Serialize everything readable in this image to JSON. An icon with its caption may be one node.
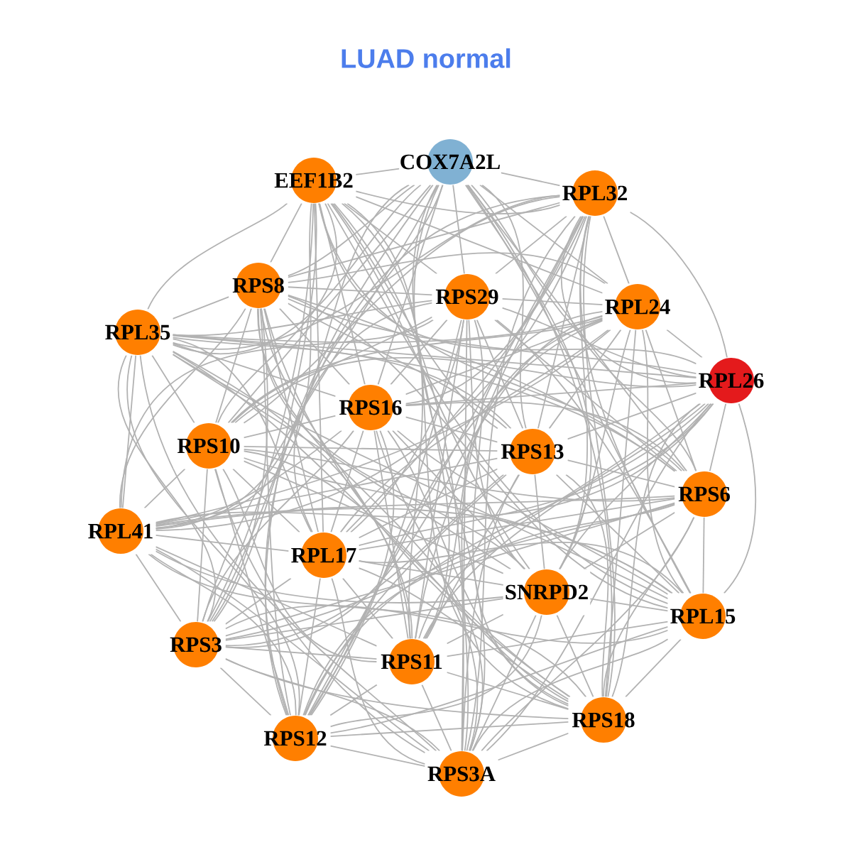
{
  "diagram": {
    "title": "LUAD normal",
    "nodes": [
      {
        "text": [
          "COX7A2L"
        ]
      },
      {
        "text": [
          "EEF1B2"
        ]
      },
      {
        "text": [
          "RPL32"
        ]
      },
      {
        "text": [
          "RPS8"
        ]
      },
      {
        "text": [
          "RPS29"
        ]
      },
      {
        "text": [
          "RPL24"
        ]
      },
      {
        "text": [
          "RPL35"
        ]
      },
      {
        "text": [
          "RPL26"
        ]
      },
      {
        "text": [
          "RPS16"
        ]
      },
      {
        "text": [
          "RPS10"
        ]
      },
      {
        "text": [
          "RPS13"
        ]
      },
      {
        "text": [
          "RPS6"
        ]
      },
      {
        "text": [
          "RPL41"
        ]
      },
      {
        "text": [
          "RPL17"
        ]
      },
      {
        "text": [
          "SNRPD2"
        ]
      },
      {
        "text": [
          "RPL15"
        ]
      },
      {
        "text": [
          "RPS3"
        ]
      },
      {
        "text": [
          "RPS11"
        ]
      },
      {
        "text": [
          "RPS18"
        ]
      },
      {
        "text": [
          "RPS12"
        ]
      },
      {
        "text": [
          "RPS3A"
        ]
      }
    ],
    "edges": [
      {
        "from": 0,
        "to": 1,
        "arrow": "none"
      },
      {
        "from": 0,
        "to": 2,
        "arrow": "none"
      },
      {
        "from": 0,
        "to": 3,
        "arrow": "none"
      },
      {
        "from": 0,
        "to": 4,
        "arrow": "none"
      },
      {
        "from": 0,
        "to": 5,
        "arrow": "none"
      },
      {
        "from": 0,
        "to": 6,
        "arrow": "none"
      },
      {
        "from": 0,
        "to": 7,
        "arrow": "none"
      },
      {
        "from": 0,
        "to": 8,
        "arrow": "none"
      },
      {
        "from": 0,
        "to": 9,
        "arrow": "none"
      },
      {
        "from": 0,
        "to": 10,
        "arrow": "none"
      },
      {
        "from": 0,
        "to": 11,
        "arrow": "none"
      },
      {
        "from": 0,
        "to": 12,
        "arrow": "none"
      },
      {
        "from": 0,
        "to": 13,
        "arrow": "none"
      },
      {
        "from": 0,
        "to": 14,
        "arrow": "none"
      },
      {
        "from": 0,
        "to": 15,
        "arrow": "none"
      },
      {
        "from": 0,
        "to": 16,
        "arrow": "none"
      },
      {
        "from": 0,
        "to": 17,
        "arrow": "none"
      },
      {
        "from": 0,
        "to": 18,
        "arrow": "none"
      },
      {
        "from": 0,
        "to": 19,
        "arrow": "none"
      },
      {
        "from": 0,
        "to": 20,
        "arrow": "none"
      },
      {
        "from": 1,
        "to": 2,
        "arrow": "none"
      },
      {
        "from": 1,
        "to": 3,
        "arrow": "none"
      },
      {
        "from": 1,
        "to": 4,
        "arrow": "none"
      },
      {
        "from": 1,
        "to": 5,
        "arrow": "none"
      },
      {
        "from": 1,
        "to": 6,
        "arrow": "none"
      },
      {
        "from": 1,
        "to": 7,
        "arrow": "none"
      },
      {
        "from": 1,
        "to": 8,
        "arrow": "none"
      },
      {
        "from": 1,
        "to": 9,
        "arrow": "none"
      },
      {
        "from": 1,
        "to": 10,
        "arrow": "none"
      },
      {
        "from": 1,
        "to": 11,
        "arrow": "none"
      },
      {
        "from": 1,
        "to": 12,
        "arrow": "none"
      },
      {
        "from": 1,
        "to": 13,
        "arrow": "none"
      },
      {
        "from": 1,
        "to": 14,
        "arrow": "none"
      },
      {
        "from": 1,
        "to": 15,
        "arrow": "none"
      },
      {
        "from": 1,
        "to": 16,
        "arrow": "none"
      },
      {
        "from": 1,
        "to": 17,
        "arrow": "none"
      },
      {
        "from": 1,
        "to": 18,
        "arrow": "none"
      },
      {
        "from": 1,
        "to": 19,
        "arrow": "none"
      },
      {
        "from": 1,
        "to": 20,
        "arrow": "none"
      },
      {
        "from": 2,
        "to": 3,
        "arrow": "none"
      },
      {
        "from": 2,
        "to": 4,
        "arrow": "none"
      },
      {
        "from": 2,
        "to": 5,
        "arrow": "none"
      },
      {
        "from": 2,
        "to": 6,
        "arrow": "none"
      },
      {
        "from": 2,
        "to": 7,
        "arrow": "none"
      },
      {
        "from": 2,
        "to": 8,
        "arrow": "none"
      },
      {
        "from": 2,
        "to": 9,
        "arrow": "none"
      },
      {
        "from": 2,
        "to": 10,
        "arrow": "none"
      },
      {
        "from": 2,
        "to": 11,
        "arrow": "none"
      },
      {
        "from": 2,
        "to": 12,
        "arrow": "none"
      },
      {
        "from": 2,
        "to": 13,
        "arrow": "none"
      },
      {
        "from": 2,
        "to": 14,
        "arrow": "none"
      },
      {
        "from": 2,
        "to": 15,
        "arrow": "none"
      },
      {
        "from": 2,
        "to": 16,
        "arrow": "none"
      },
      {
        "from": 2,
        "to": 17,
        "arrow": "none"
      },
      {
        "from": 2,
        "to": 18,
        "arrow": "none"
      },
      {
        "from": 2,
        "to": 19,
        "arrow": "none"
      },
      {
        "from": 2,
        "to": 20,
        "arrow": "none"
      },
      {
        "from": 3,
        "to": 4,
        "arrow": "none"
      },
      {
        "from": 3,
        "to": 5,
        "arrow": "none"
      },
      {
        "from": 3,
        "to": 6,
        "arrow": "none"
      },
      {
        "from": 3,
        "to": 7,
        "arrow": "none"
      },
      {
        "from": 3,
        "to": 8,
        "arrow": "none"
      },
      {
        "from": 3,
        "to": 9,
        "arrow": "none"
      },
      {
        "from": 3,
        "to": 10,
        "arrow": "none"
      },
      {
        "from": 3,
        "to": 11,
        "arrow": "none"
      },
      {
        "from": 3,
        "to": 12,
        "arrow": "none"
      },
      {
        "from": 3,
        "to": 13,
        "arrow": "none"
      },
      {
        "from": 3,
        "to": 14,
        "arrow": "none"
      },
      {
        "from": 3,
        "to": 15,
        "arrow": "none"
      },
      {
        "from": 3,
        "to": 16,
        "arrow": "none"
      },
      {
        "from": 3,
        "to": 17,
        "arrow": "none"
      },
      {
        "from": 3,
        "to": 18,
        "arrow": "none"
      },
      {
        "from": 3,
        "to": 19,
        "arrow": "none"
      },
      {
        "from": 3,
        "to": 20,
        "arrow": "none"
      },
      {
        "from": 4,
        "to": 5,
        "arrow": "none"
      },
      {
        "from": 4,
        "to": 6,
        "arrow": "none"
      },
      {
        "from": 4,
        "to": 7,
        "arrow": "none"
      },
      {
        "from": 4,
        "to": 8,
        "arrow": "none"
      },
      {
        "from": 4,
        "to": 9,
        "arrow": "none"
      },
      {
        "from": 4,
        "to": 10,
        "arrow": "none"
      },
      {
        "from": 4,
        "to": 11,
        "arrow": "none"
      },
      {
        "from": 4,
        "to": 12,
        "arrow": "none"
      },
      {
        "from": 4,
        "to": 13,
        "arrow": "none"
      },
      {
        "from": 4,
        "to": 14,
        "arrow": "none"
      },
      {
        "from": 4,
        "to": 15,
        "arrow": "none"
      },
      {
        "from": 4,
        "to": 16,
        "arrow": "none"
      },
      {
        "from": 4,
        "to": 17,
        "arrow": "none"
      },
      {
        "from": 4,
        "to": 18,
        "arrow": "none"
      },
      {
        "from": 4,
        "to": 19,
        "arrow": "none"
      },
      {
        "from": 4,
        "to": 20,
        "arrow": "none"
      },
      {
        "from": 5,
        "to": 6,
        "arrow": "none"
      },
      {
        "from": 5,
        "to": 7,
        "arrow": "none"
      },
      {
        "from": 5,
        "to": 8,
        "arrow": "none"
      },
      {
        "from": 5,
        "to": 9,
        "arrow": "none"
      },
      {
        "from": 5,
        "to": 10,
        "arrow": "none"
      },
      {
        "from": 5,
        "to": 11,
        "arrow": "none"
      },
      {
        "from": 5,
        "to": 12,
        "arrow": "none"
      },
      {
        "from": 5,
        "to": 13,
        "arrow": "none"
      },
      {
        "from": 5,
        "to": 14,
        "arrow": "none"
      },
      {
        "from": 5,
        "to": 15,
        "arrow": "none"
      },
      {
        "from": 5,
        "to": 16,
        "arrow": "none"
      },
      {
        "from": 5,
        "to": 17,
        "arrow": "none"
      },
      {
        "from": 5,
        "to": 18,
        "arrow": "none"
      },
      {
        "from": 5,
        "to": 19,
        "arrow": "none"
      },
      {
        "from": 5,
        "to": 20,
        "arrow": "none"
      },
      {
        "from": 6,
        "to": 7,
        "arrow": "none"
      },
      {
        "from": 6,
        "to": 8,
        "arrow": "none"
      },
      {
        "from": 6,
        "to": 9,
        "arrow": "none"
      },
      {
        "from": 6,
        "to": 10,
        "arrow": "none"
      },
      {
        "from": 6,
        "to": 11,
        "arrow": "none"
      },
      {
        "from": 6,
        "to": 12,
        "arrow": "none"
      },
      {
        "from": 6,
        "to": 13,
        "arrow": "none"
      },
      {
        "from": 6,
        "to": 14,
        "arrow": "none"
      },
      {
        "from": 6,
        "to": 15,
        "arrow": "none"
      },
      {
        "from": 6,
        "to": 16,
        "arrow": "none"
      },
      {
        "from": 6,
        "to": 17,
        "arrow": "none"
      },
      {
        "from": 6,
        "to": 18,
        "arrow": "none"
      },
      {
        "from": 6,
        "to": 19,
        "arrow": "none"
      },
      {
        "from": 6,
        "to": 20,
        "arrow": "none"
      },
      {
        "from": 7,
        "to": 8,
        "arrow": "none"
      },
      {
        "from": 7,
        "to": 9,
        "arrow": "none"
      },
      {
        "from": 7,
        "to": 10,
        "arrow": "none"
      },
      {
        "from": 7,
        "to": 11,
        "arrow": "none"
      },
      {
        "from": 7,
        "to": 12,
        "arrow": "none"
      },
      {
        "from": 7,
        "to": 13,
        "arrow": "none"
      },
      {
        "from": 7,
        "to": 14,
        "arrow": "none"
      },
      {
        "from": 7,
        "to": 15,
        "arrow": "none"
      },
      {
        "from": 7,
        "to": 16,
        "arrow": "none"
      },
      {
        "from": 7,
        "to": 17,
        "arrow": "none"
      },
      {
        "from": 7,
        "to": 18,
        "arrow": "none"
      },
      {
        "from": 7,
        "to": 19,
        "arrow": "none"
      },
      {
        "from": 7,
        "to": 20,
        "arrow": "none"
      },
      {
        "from": 8,
        "to": 9,
        "arrow": "none"
      },
      {
        "from": 8,
        "to": 10,
        "arrow": "none"
      },
      {
        "from": 8,
        "to": 11,
        "arrow": "none"
      },
      {
        "from": 8,
        "to": 12,
        "arrow": "none"
      },
      {
        "from": 8,
        "to": 13,
        "arrow": "none"
      },
      {
        "from": 8,
        "to": 14,
        "arrow": "none"
      },
      {
        "from": 8,
        "to": 15,
        "arrow": "none"
      },
      {
        "from": 8,
        "to": 16,
        "arrow": "none"
      },
      {
        "from": 8,
        "to": 17,
        "arrow": "none"
      },
      {
        "from": 8,
        "to": 18,
        "arrow": "none"
      },
      {
        "from": 8,
        "to": 19,
        "arrow": "none"
      },
      {
        "from": 8,
        "to": 20,
        "arrow": "none"
      },
      {
        "from": 9,
        "to": 10,
        "arrow": "none"
      },
      {
        "from": 9,
        "to": 11,
        "arrow": "none"
      },
      {
        "from": 9,
        "to": 12,
        "arrow": "none"
      },
      {
        "from": 9,
        "to": 13,
        "arrow": "none"
      },
      {
        "from": 9,
        "to": 14,
        "arrow": "none"
      },
      {
        "from": 9,
        "to": 15,
        "arrow": "none"
      },
      {
        "from": 9,
        "to": 16,
        "arrow": "none"
      },
      {
        "from": 9,
        "to": 17,
        "arrow": "none"
      },
      {
        "from": 9,
        "to": 18,
        "arrow": "none"
      },
      {
        "from": 9,
        "to": 19,
        "arrow": "none"
      },
      {
        "from": 9,
        "to": 20,
        "arrow": "none"
      },
      {
        "from": 10,
        "to": 11,
        "arrow": "none"
      },
      {
        "from": 10,
        "to": 12,
        "arrow": "none"
      },
      {
        "from": 10,
        "to": 13,
        "arrow": "none"
      },
      {
        "from": 10,
        "to": 14,
        "arrow": "none"
      },
      {
        "from": 10,
        "to": 15,
        "arrow": "none"
      },
      {
        "from": 10,
        "to": 16,
        "arrow": "none"
      },
      {
        "from": 10,
        "to": 17,
        "arrow": "none"
      },
      {
        "from": 10,
        "to": 18,
        "arrow": "none"
      },
      {
        "from": 10,
        "to": 19,
        "arrow": "none"
      },
      {
        "from": 10,
        "to": 20,
        "arrow": "none"
      },
      {
        "from": 11,
        "to": 12,
        "arrow": "none"
      },
      {
        "from": 11,
        "to": 13,
        "arrow": "none"
      },
      {
        "from": 11,
        "to": 14,
        "arrow": "none"
      },
      {
        "from": 11,
        "to": 15,
        "arrow": "none"
      },
      {
        "from": 11,
        "to": 16,
        "arrow": "none"
      },
      {
        "from": 11,
        "to": 17,
        "arrow": "none"
      },
      {
        "from": 11,
        "to": 18,
        "arrow": "none"
      },
      {
        "from": 11,
        "to": 19,
        "arrow": "none"
      },
      {
        "from": 11,
        "to": 20,
        "arrow": "none"
      },
      {
        "from": 12,
        "to": 13,
        "arrow": "none"
      },
      {
        "from": 12,
        "to": 14,
        "arrow": "none"
      },
      {
        "from": 12,
        "to": 15,
        "arrow": "none"
      },
      {
        "from": 12,
        "to": 16,
        "arrow": "none"
      },
      {
        "from": 12,
        "to": 17,
        "arrow": "none"
      },
      {
        "from": 12,
        "to": 18,
        "arrow": "none"
      },
      {
        "from": 12,
        "to": 19,
        "arrow": "none"
      },
      {
        "from": 12,
        "to": 20,
        "arrow": "none"
      },
      {
        "from": 13,
        "to": 14,
        "arrow": "none"
      },
      {
        "from": 13,
        "to": 15,
        "arrow": "none"
      },
      {
        "from": 13,
        "to": 16,
        "arrow": "none"
      },
      {
        "from": 13,
        "to": 17,
        "arrow": "none"
      },
      {
        "from": 13,
        "to": 18,
        "arrow": "none"
      },
      {
        "from": 13,
        "to": 19,
        "arrow": "none"
      },
      {
        "from": 13,
        "to": 20,
        "arrow": "none"
      },
      {
        "from": 14,
        "to": 15,
        "arrow": "none"
      },
      {
        "from": 14,
        "to": 16,
        "arrow": "none"
      },
      {
        "from": 14,
        "to": 17,
        "arrow": "none"
      },
      {
        "from": 14,
        "to": 18,
        "arrow": "none"
      },
      {
        "from": 14,
        "to": 19,
        "arrow": "none"
      },
      {
        "from": 14,
        "to": 20,
        "arrow": "none"
      },
      {
        "from": 15,
        "to": 16,
        "arrow": "none"
      },
      {
        "from": 15,
        "to": 17,
        "arrow": "none"
      },
      {
        "from": 15,
        "to": 18,
        "arrow": "none"
      },
      {
        "from": 15,
        "to": 19,
        "arrow": "none"
      },
      {
        "from": 15,
        "to": 20,
        "arrow": "none"
      },
      {
        "from": 16,
        "to": 17,
        "arrow": "none"
      },
      {
        "from": 16,
        "to": 18,
        "arrow": "none"
      },
      {
        "from": 16,
        "to": 19,
        "arrow": "none"
      },
      {
        "from": 16,
        "to": 20,
        "arrow": "none"
      },
      {
        "from": 17,
        "to": 18,
        "arrow": "none"
      },
      {
        "from": 17,
        "to": 19,
        "arrow": "none"
      },
      {
        "from": 17,
        "to": 20,
        "arrow": "none"
      },
      {
        "from": 18,
        "to": 19,
        "arrow": "none"
      },
      {
        "from": 18,
        "to": 20,
        "arrow": "none"
      },
      {
        "from": 19,
        "to": 20,
        "arrow": "none"
      }
    ]
  }
}
